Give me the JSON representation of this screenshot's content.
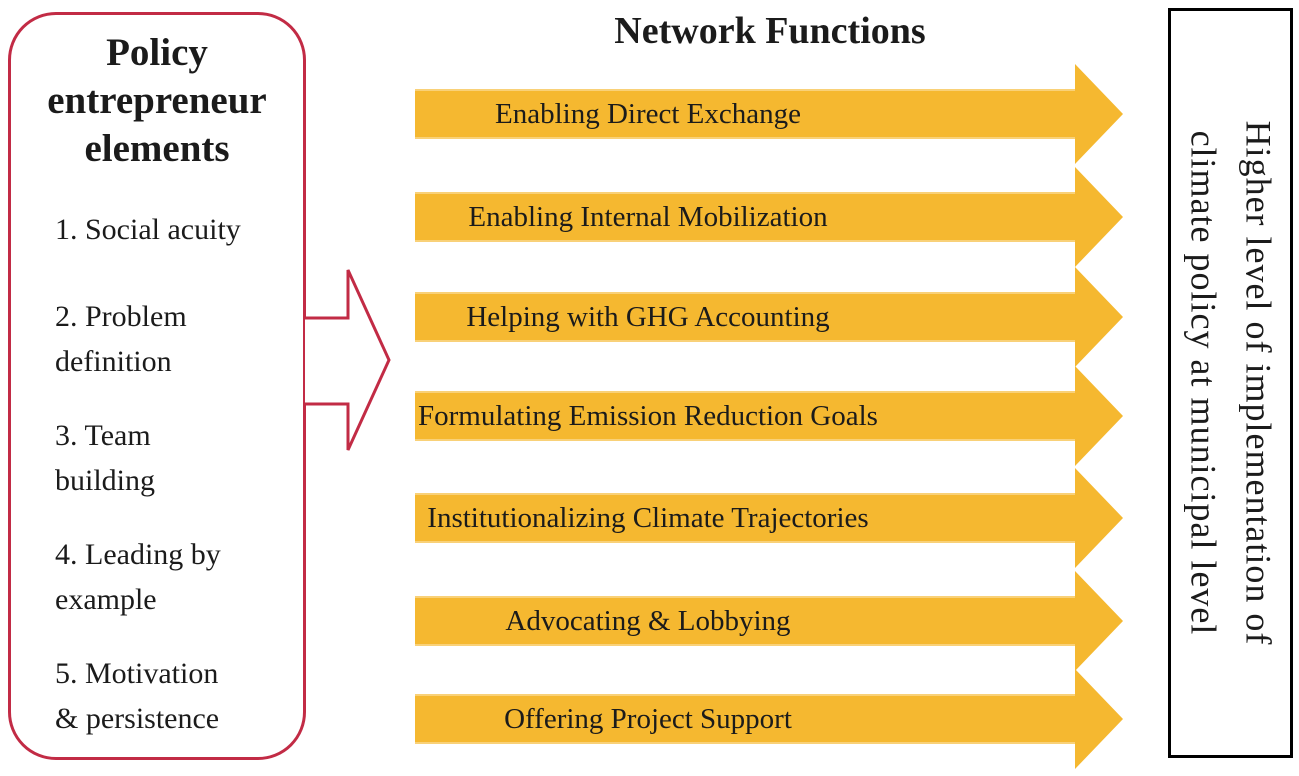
{
  "left_box": {
    "title": "Policy entrepreneur elements",
    "items": [
      {
        "lines": [
          "1. Social acuity"
        ]
      },
      {
        "lines": [
          "2. Problem",
          "definition"
        ]
      },
      {
        "lines": [
          "3. Team",
          "building"
        ]
      },
      {
        "lines": [
          "4. Leading by",
          "example"
        ]
      },
      {
        "lines": [
          "5. Motivation",
          "& persistence"
        ]
      }
    ]
  },
  "network": {
    "title": "Network Functions",
    "functions": [
      "Enabling Direct Exchange",
      "Enabling Internal Mobilization",
      "Helping with GHG Accounting",
      "Formulating Emission Reduction Goals",
      "Institutionalizing Climate Trajectories",
      "Advocating & Lobbying",
      "Offering Project Support"
    ]
  },
  "right_box": {
    "lines": [
      "Higher level of implementation of",
      "climate policy at municipal level"
    ]
  },
  "colors": {
    "arrow_yellow": "#F5B830",
    "callout_red": "#C22B45",
    "outcome_border_black": "#000000",
    "text_black": "#1B1B1B"
  }
}
